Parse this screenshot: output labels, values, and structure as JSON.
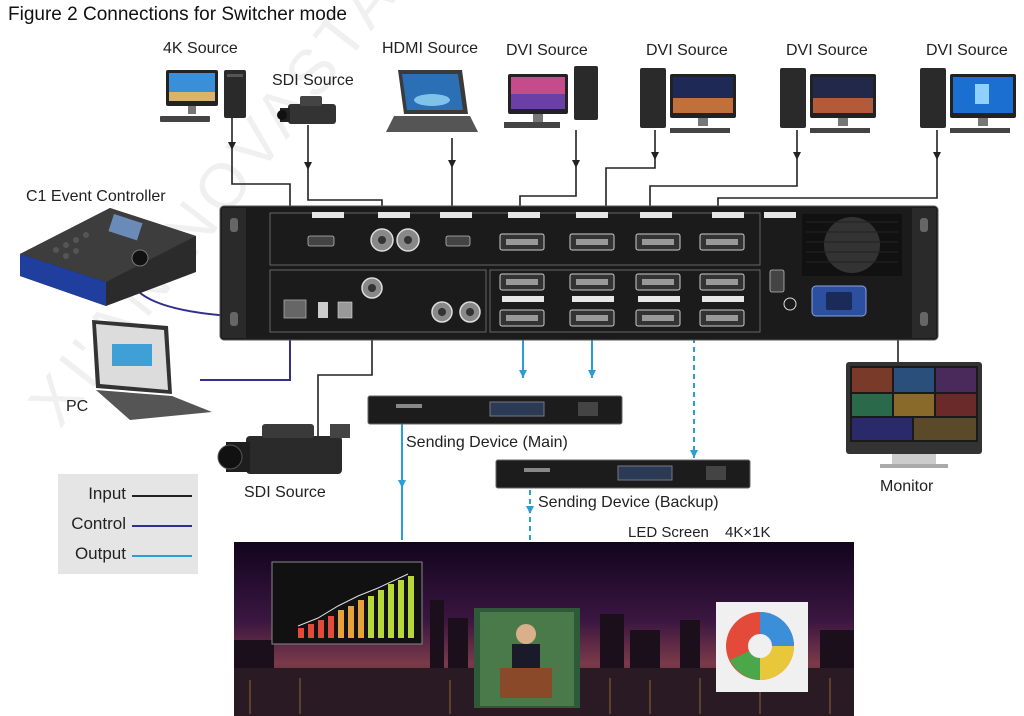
{
  "title": "Figure 2 Connections for Switcher mode",
  "watermark": "XI'AN NOVASTAR",
  "sources": {
    "src_4k": "4K Source",
    "src_sdi_top": "SDI Source",
    "src_hdmi": "HDMI Source",
    "src_dvi_1": "DVI Source",
    "src_dvi_2": "DVI Source",
    "src_dvi_3": "DVI Source",
    "src_dvi_4": "DVI Source"
  },
  "devices": {
    "controller": "C1 Event Controller",
    "pc": "PC",
    "sdi_bottom": "SDI Source",
    "sending_main": "Sending Device (Main)",
    "sending_backup": "Sending Device (Backup)",
    "monitor": "Monitor",
    "led_screen": "LED Screen",
    "led_resolution": "4K×1K"
  },
  "legend": {
    "input": "Input",
    "control": "Control",
    "output": "Output"
  },
  "colors": {
    "input": "#222222",
    "control": "#2f2f8f",
    "output": "#2a9fd6",
    "chassis": "#1b1b1b"
  }
}
